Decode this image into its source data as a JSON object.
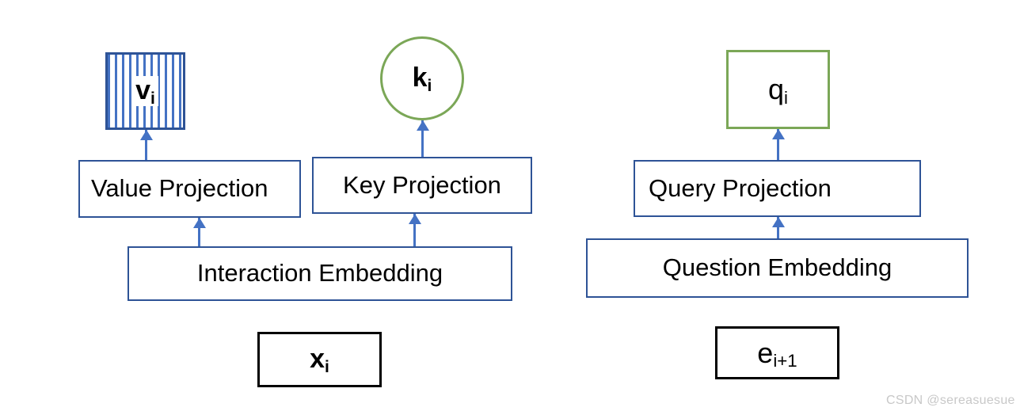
{
  "diagram": {
    "title": "Attention key/value/query projection diagram",
    "colors": {
      "box_blue": "#2E5396",
      "box_green": "#7BA757",
      "box_black": "#000000",
      "arrow_blue": "#4472C4",
      "hatch_blue": "#4472C4",
      "background": "#FFFFFF",
      "watermark_gray": "#C8C8C8"
    },
    "left_branch": {
      "value_output": {
        "label": "v",
        "subscript": "i",
        "shape": "hatched-square",
        "border": "blue"
      },
      "key_output": {
        "label": "k",
        "subscript": "i",
        "shape": "circle",
        "border": "green"
      },
      "value_projection": {
        "label": "Value Projection",
        "shape": "rect",
        "border": "blue"
      },
      "key_projection": {
        "label": "Key Projection",
        "shape": "rect",
        "border": "blue"
      },
      "embedding": {
        "label": "Interaction Embedding",
        "shape": "rect",
        "border": "blue"
      },
      "input": {
        "label": "x",
        "subscript": "i",
        "shape": "rect",
        "border": "black"
      }
    },
    "right_branch": {
      "query_output": {
        "label": "q",
        "subscript": "i",
        "shape": "rect",
        "border": "green"
      },
      "query_projection": {
        "label": "Query Projection",
        "shape": "rect",
        "border": "blue"
      },
      "embedding": {
        "label": "Question Embedding",
        "shape": "rect",
        "border": "blue"
      },
      "input": {
        "label": "e",
        "subscript": "i+1",
        "shape": "rect",
        "border": "black"
      }
    },
    "arrows": [
      {
        "from": "value-projection",
        "to": "v-i"
      },
      {
        "from": "key-projection",
        "to": "k-i"
      },
      {
        "from": "interaction-embedding",
        "to": "value-projection"
      },
      {
        "from": "interaction-embedding",
        "to": "key-projection"
      },
      {
        "from": "query-projection",
        "to": "q-i"
      },
      {
        "from": "question-embedding",
        "to": "query-projection"
      }
    ],
    "watermark": "CSDN @sereasuesue"
  }
}
